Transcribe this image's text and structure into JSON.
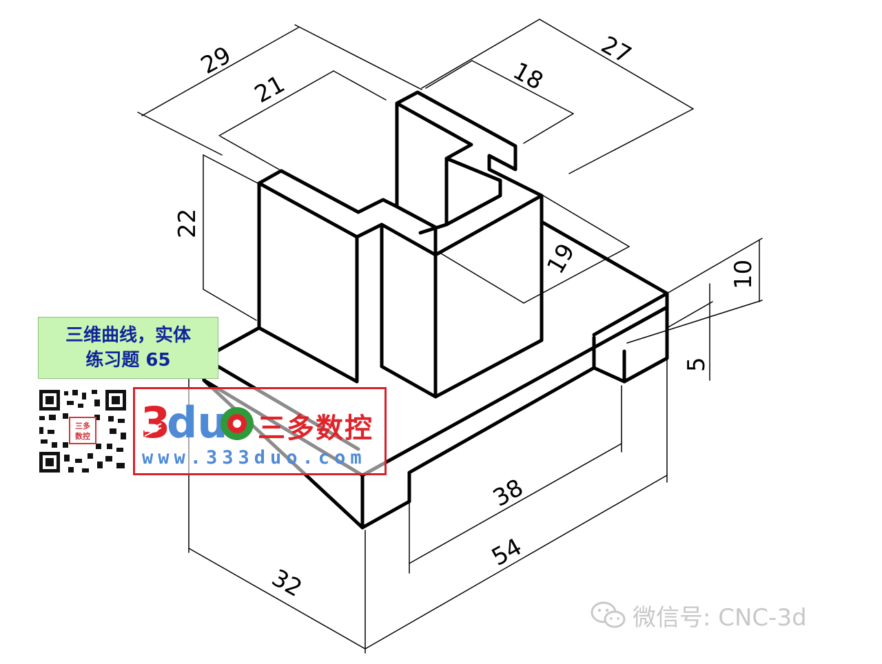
{
  "title": {
    "line1": "三维曲线，实体",
    "line2": "练习题 65"
  },
  "brand": {
    "logo_text": "3duo",
    "name_cn": "三多数控",
    "url": "www.333duo.com",
    "qr_center": "三多数控",
    "color_red": "#e0232a",
    "color_blue": "#4f8ad6",
    "color_green": "#2f9a3a"
  },
  "watermark": {
    "label": "微信号: CNC-3d",
    "icon": "wechat-icon"
  },
  "dimensions": {
    "d29": "29",
    "d21": "21",
    "d18": "18",
    "d27": "27",
    "d22": "22",
    "d19": "19",
    "d10": "10",
    "d5": "5",
    "d38": "38",
    "d54": "54",
    "d32": "32"
  }
}
